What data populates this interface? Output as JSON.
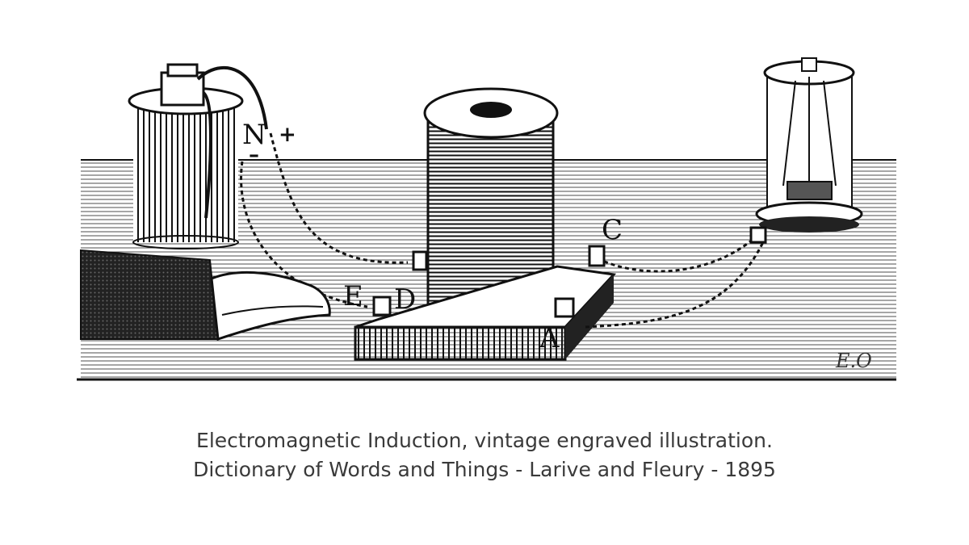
{
  "illustration": {
    "labels": {
      "n": "N",
      "plus": "+",
      "minus": "–",
      "c": "C",
      "d": "D",
      "e": "E",
      "a": "A"
    },
    "signature": "E.O"
  },
  "caption": {
    "line1": "Electromagnetic Induction, vintage engraved illustration.",
    "line2": "Dictionary of Words and Things - Larive and Fleury - 1895"
  }
}
